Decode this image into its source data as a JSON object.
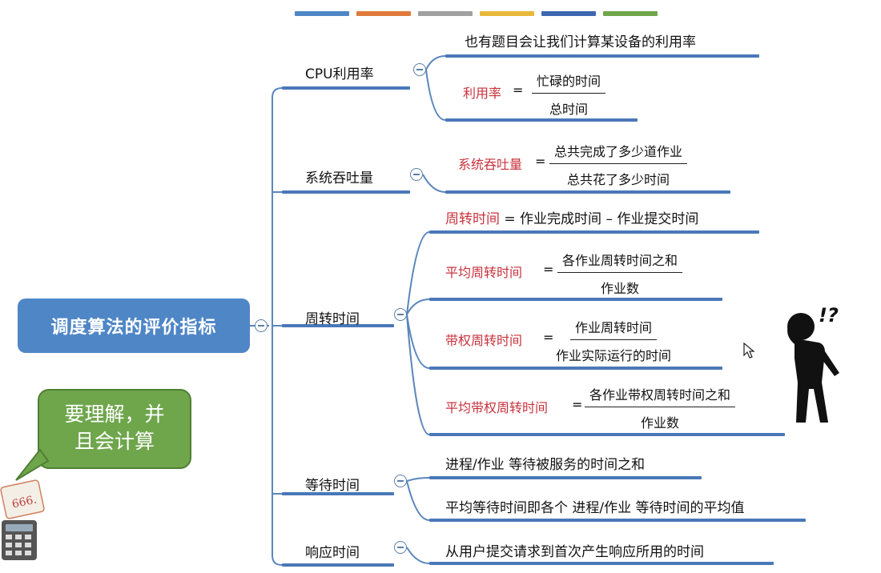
{
  "colors": {
    "stripes": [
      "#4f86c6",
      "#e07a3c",
      "#a0a0a0",
      "#e8b83a",
      "#3d66b0",
      "#6ea64a"
    ],
    "root_bg": "#4f86c6",
    "line": "#5a86bc",
    "highlight": "#c8323c",
    "bubble": "#6fa64c"
  },
  "root": {
    "label": "调度算法的评价指标"
  },
  "branches": {
    "cpu": {
      "label": "CPU利用率",
      "note": "也有题目会让我们计算某设备的利用率",
      "formula": {
        "name": "利用率",
        "eq": "=",
        "num": "忙碌的时间",
        "den": "总时间"
      }
    },
    "throughput": {
      "label": "系统吞吐量",
      "formula": {
        "name": "系统吞吐量",
        "eq": "=",
        "num": "总共完成了多少道作业",
        "den": "总共花了多少时间"
      }
    },
    "turnaround": {
      "label": "周转时间",
      "def": {
        "name": "周转时间",
        "rest": " = 作业完成时间 – 作业提交时间"
      },
      "avg": {
        "name": "平均周转时间",
        "eq": "=",
        "num": "各作业周转时间之和",
        "den": "作业数"
      },
      "weighted": {
        "name": "带权周转时间",
        "eq": "=",
        "num": "作业周转时间",
        "den": "作业实际运行的时间"
      },
      "avg_weighted": {
        "name": "平均带权周转时间",
        "eq": "=",
        "num": "各作业带权周转时间之和",
        "den": "作业数"
      }
    },
    "waiting": {
      "label": "等待时间",
      "items": [
        "进程/作业 等待被服务的时间之和",
        "平均等待时间即各个 进程/作业 等待时间的平均值"
      ]
    },
    "response": {
      "label": "响应时间",
      "items": [
        "从用户提交请求到首次产生响应所用的时间"
      ]
    }
  },
  "callout": {
    "line1": "要理解，并",
    "line2": "且会计算"
  },
  "figure_text": "!?",
  "calculator_text": "666"
}
